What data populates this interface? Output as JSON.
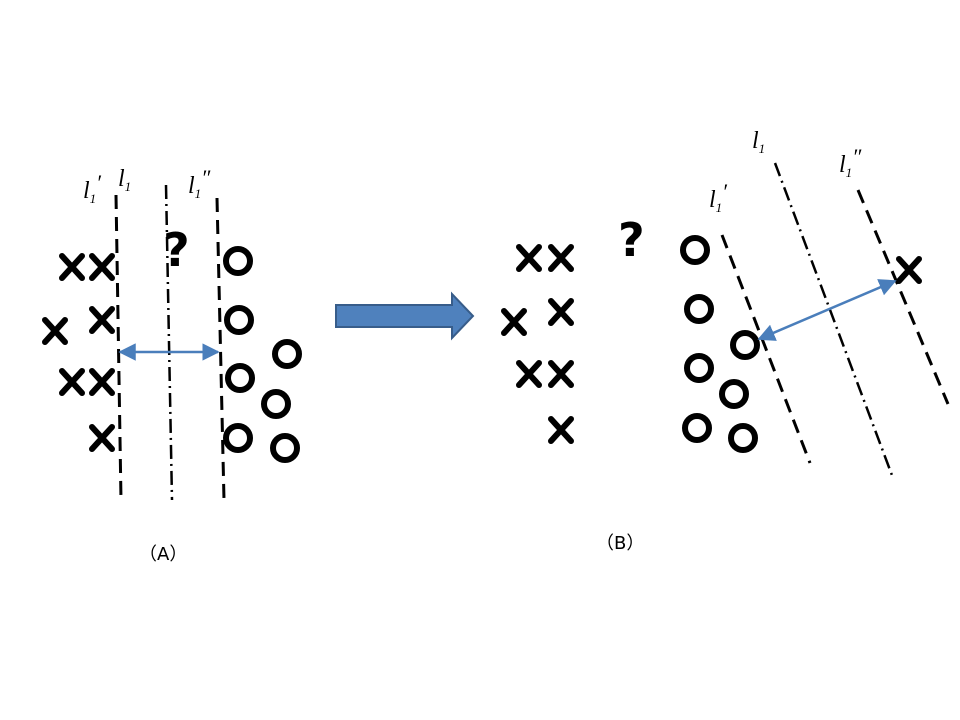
{
  "panel_a": {
    "caption": "（A）",
    "labels": {
      "l1_prime": "l",
      "l1_prime_sub": "1",
      "l1_prime_mark": "′",
      "l1": "l",
      "l1_sub": "1",
      "l1_dprime": "l",
      "l1_dprime_sub": "1",
      "l1_dprime_mark": "″"
    },
    "question": "?",
    "cross_glyph": "×",
    "circle_glyph": "o"
  },
  "panel_b": {
    "caption": "（B）",
    "labels": {
      "l1": "l",
      "l1_sub": "1",
      "l1_prime": "l",
      "l1_prime_sub": "1",
      "l1_prime_mark": "′",
      "l1_dprime": "l",
      "l1_dprime_sub": "1",
      "l1_dprime_mark": "″"
    },
    "question": "?"
  },
  "colors": {
    "arrow_fill": "#4f81bd",
    "arrow_stroke": "#385d8a",
    "margin_arrow": "#4a7ebb",
    "ink": "#000000"
  },
  "icons": {
    "transition": "right-arrow-icon",
    "cross": "x-mark-icon",
    "circle": "circle-mark-icon"
  }
}
